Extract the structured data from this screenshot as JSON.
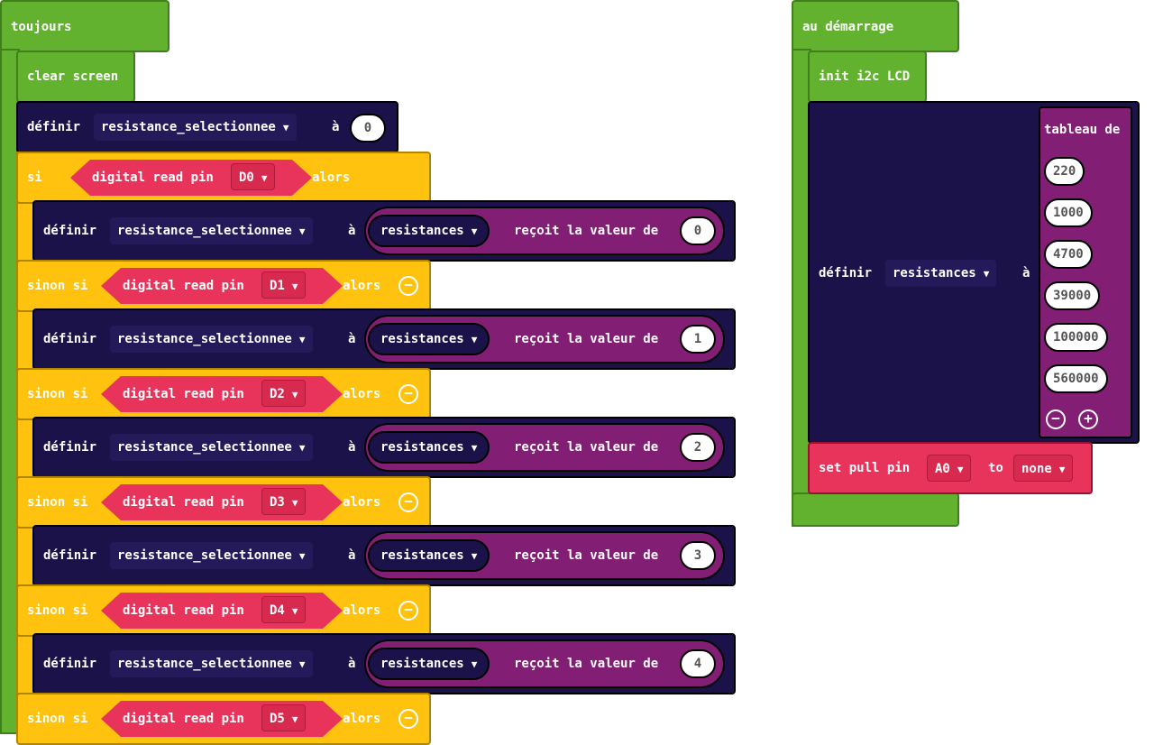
{
  "forever": {
    "label": "toujours",
    "clear_screen": "clear screen",
    "set_initial": {
      "kw": "définir",
      "var": "resistance_selectionnee",
      "to": "à",
      "value": "0"
    },
    "if_kw": "si",
    "elseif_kw": "sinon si",
    "then_kw": "alors",
    "read_label": "digital read pin",
    "recv_label": "reçoit la valeur de",
    "array_var": "resistances",
    "branches": [
      {
        "pin": "D0",
        "index": "0"
      },
      {
        "pin": "D1",
        "index": "1"
      },
      {
        "pin": "D2",
        "index": "2"
      },
      {
        "pin": "D3",
        "index": "3"
      },
      {
        "pin": "D4",
        "index": "4"
      },
      {
        "pin": "D5"
      }
    ]
  },
  "on_start": {
    "label": "au démarrage",
    "init_lcd": "init i2c LCD",
    "set_kw": "définir",
    "var": "resistances",
    "to": "à",
    "array_label": "tableau de",
    "values": [
      "220",
      "1000",
      "4700",
      "39000",
      "100000",
      "560000"
    ],
    "pull": {
      "label": "set pull pin",
      "pin": "A0",
      "to": "to",
      "mode": "none"
    }
  },
  "colors": {
    "loops_green": "#63b22f",
    "logic_yellow": "#ffc20e",
    "variables_navy": "#1b124a",
    "pins_red": "#e8335a",
    "arrays_purple": "#821e74"
  },
  "icons": {
    "dropdown": "caret-down-icon",
    "remove": "minus-circle-icon",
    "add": "plus-circle-icon"
  }
}
